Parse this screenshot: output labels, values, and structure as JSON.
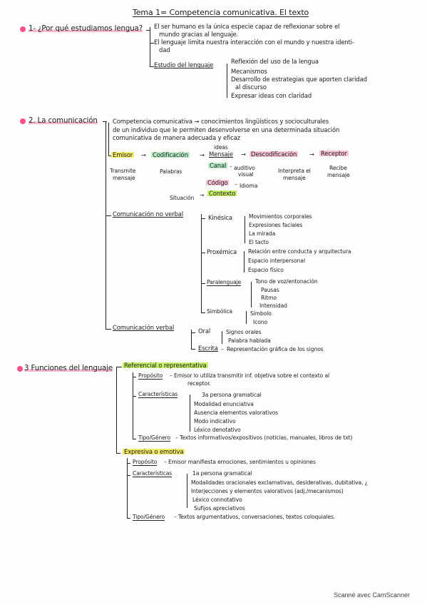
{
  "title": "Tema 1= Competencia comunicativa. El texto",
  "s1": {
    "heading": "1- ¿Por qué estudiamos lengua?",
    "l1": "El ser humano es la única especie capaz de reflexionar sobre el",
    "l2": "mundo gracias al lenguaje.",
    "l3": "El lenguaje limita nuestra interacción con el mundo y nuestra identi-",
    "l4": "dad",
    "estudio": "Estudio del lenguaje",
    "e1": "Reflexión del uso de la lengua",
    "e2": "Mecanismos",
    "e3": "Desarrollo de estrategias que aporten claridad",
    "e3b": "al discurso",
    "e4": "Expresar ideas con claridad"
  },
  "s2": {
    "heading": "2. La comunicación",
    "cc1": "Competencia comunicativa → conocimientos lingüísticos y socioculturales",
    "cc2": "de un individuo que le permiten desenvolverse en una determinada situación",
    "cc3": "comunicativa de manera adecuada y eficaz",
    "ideas": "ideas",
    "emisor": "Emisor",
    "codificacion": "Codificación",
    "mensaje": "Mensaje",
    "descodificacion": "Descodificación",
    "receptor": "Receptor",
    "transmite": "Transmite",
    "mensaje_lbl": "mensaje",
    "palabras": "Palabras",
    "canal": "Canal",
    "auditivo": "auditivo",
    "visual": "visual",
    "interpreta": "Interpreta el",
    "interpreta2": "mensaje",
    "recibe": "Recibe",
    "recibe2": "mensaje",
    "codigo": "Código",
    "idioma": "Idioma",
    "situacion": "Situación",
    "contexto": "Contexto",
    "cnv": "Comunicación no verbal",
    "kinesica": "Kinésica",
    "k1": "Movimientos corporales",
    "k2": "Expresiones faciales",
    "k3": "La mirada",
    "k4": "El tacto",
    "proxemica": "Proxémica",
    "p1": "Relación entre conducta y arquitectura",
    "p2": "Espacio interpersonal",
    "p3": "Espacio físico",
    "paralenguaje": "Paralenguaje",
    "pl1": "Tono de voz/entonación",
    "pl2": "Pausas",
    "pl3": "Ritmo",
    "pl4": "Intensidad",
    "simbolica": "Simbólica",
    "sb1": "Símbolo",
    "sb2": "Icono",
    "cv": "Comunicación verbal",
    "oral": "Oral",
    "o1": "Signos orales",
    "o2": "Palabra hablada",
    "escrita": "Escrita",
    "es1": "Representación gráfica de los signos"
  },
  "s3": {
    "heading": "3 Funciones del lenguaje",
    "ref": "Referencial o representativa",
    "r_prop": "Propósito",
    "r_prop1": "– Emisor lo utiliza transmitir inf. objetiva sobre el contexto al",
    "r_prop2": "receptor.",
    "r_car": "Características",
    "rc1": "3a persona gramatical",
    "rc2": "Modalidad enunciativa",
    "rc3": "Ausencia elementos valorativos",
    "rc4": "Modo indicativo",
    "rc5": "Léxico denotativo",
    "r_tipo": "Tipo/Género",
    "r_tipo1": "– Textos informativos/expositivos (noticias, manuales, libros de txt)",
    "exp": "Expresiva o emotiva",
    "e_prop": "Propósito",
    "e_prop1": "– Emisor manifiesta emociones, sentimientos u opiniones",
    "e_car": "Características",
    "ec1": "1a persona gramatical",
    "ec2": "Modalidades oracionales exclamativas, desiderativas, dubitativa, ¿",
    "ec3": "Interjecciones y elementos valorativos (adj./mecanismos)",
    "ec4": "Léxico connotativo",
    "ec5": "Sufijos apreciativos",
    "e_tipo": "Tipo/Género",
    "e_tipo1": "– Textos argumentativos, conversaciones, textos coloquiales."
  },
  "footer": "Scanné avec CamScanner",
  "colors": {
    "pink": "#f7b6d2",
    "bullet": "#ff4f8b",
    "yellow": "#f3ec6b",
    "green": "#b8ecc6",
    "lime": "#c6ef6a"
  }
}
